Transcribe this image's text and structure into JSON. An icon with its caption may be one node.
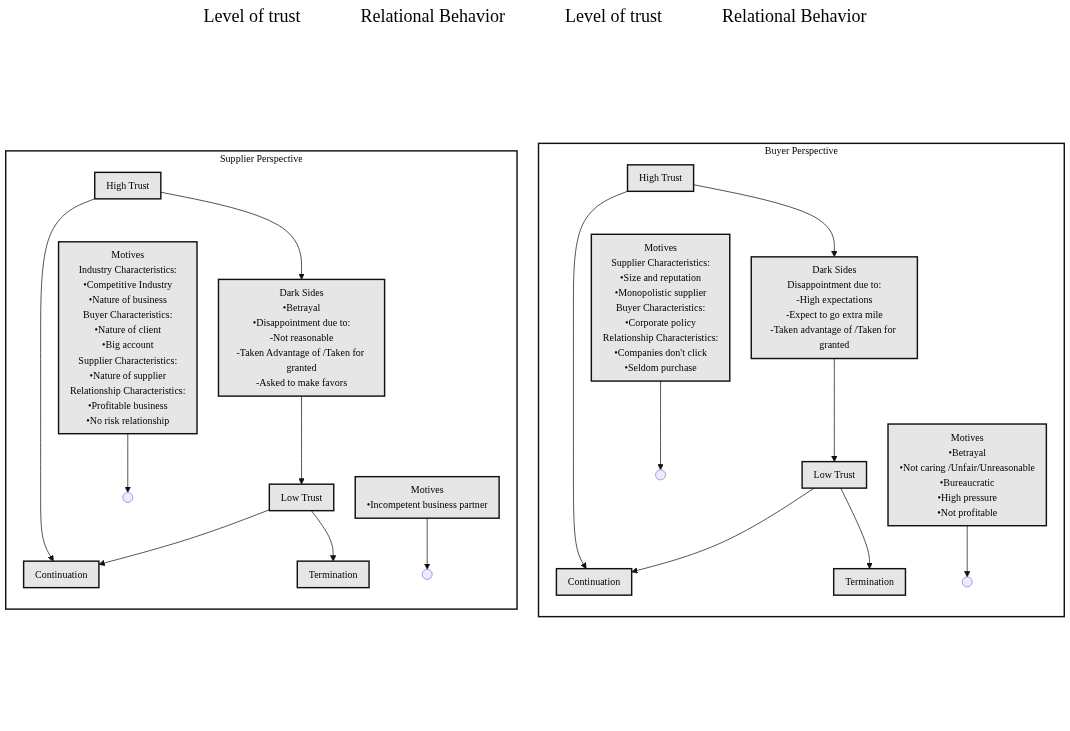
{
  "diagram": {
    "nodes": [
      {
        "text": [
          "Supplier Perspective"
        ]
      },
      {
        "text": [
          "High Trust"
        ],
        "in": 0
      },
      {
        "text": [
          "Continuation"
        ],
        "in": 0
      },
      {
        "text": [
          "Dark Sides",
          "•Betrayal",
          "•Disappointment due to:",
          "-Not reasonable",
          "-Taken Advantage of /Taken for granted",
          "-Asked to make favors"
        ],
        "in": 0
      },
      {
        "text": [
          "Motives",
          "Industry Characteristics:",
          "•Competitive Industry",
          "•Nature of business",
          "Buyer Characteristics:",
          "•Nature of client",
          "•Big account",
          "Supplier Characteristics:",
          "•Nature of supplier",
          "Relationship Characteristics:",
          "•Profitable business",
          "•No risk relationship"
        ],
        "in": 0
      },
      {
        "text": [
          "Low Trust"
        ],
        "in": 0
      },
      {
        "text": [
          "Motives",
          "•Incompetent business partner"
        ],
        "in": 0
      },
      {
        "text": [
          "Termination"
        ],
        "in": 0
      },
      {
        "text": [
          "Buyer Perspective"
        ]
      },
      {
        "text": [
          "High Trust"
        ],
        "in": 8
      },
      {
        "text": [
          "Continuation"
        ],
        "in": 8
      },
      {
        "text": [
          "Dark Sides",
          "Disappointment due to:",
          "-High expectations",
          "-Expect to go extra mile",
          "-Taken advantage of /Taken for granted"
        ],
        "in": 8
      },
      {
        "text": [
          "Motives",
          "Supplier Characteristics:",
          "•Size and reputation",
          "•Monopolistic supplier",
          "Buyer Characteristics:",
          "•Corporate policy",
          "Relationship Characteristics:",
          "•Companies don't click",
          "•Seldom purchase"
        ],
        "in": 8
      },
      {
        "text": [
          "Low Trust"
        ],
        "in": 8
      },
      {
        "text": [
          "Motives",
          "•Betrayal",
          "•Not caring /Unfair/Unreasonable",
          "•Bureaucratic",
          "•High pressure",
          "•Not profitable"
        ],
        "in": 8
      },
      {
        "text": [
          "Termination"
        ],
        "in": 8
      }
    ],
    "edges": [
      {
        "from": 1,
        "to": 2,
        "arrow": "to"
      },
      {
        "from": 1,
        "to": 3,
        "arrow": "to"
      },
      {
        "from": 3,
        "to": 5,
        "arrow": "to"
      },
      {
        "from": 5,
        "to": 2,
        "arrow": "to"
      },
      {
        "from": 4,
        "to": null,
        "arrow": "to"
      },
      {
        "from": 5,
        "to": 7,
        "arrow": "to"
      },
      {
        "from": 6,
        "to": null,
        "arrow": "to"
      },
      {
        "from": 9,
        "to": 10,
        "arrow": "to"
      },
      {
        "from": 9,
        "to": 11,
        "arrow": "to"
      },
      {
        "from": 11,
        "to": 13,
        "arrow": "to"
      },
      {
        "from": 13,
        "to": 10,
        "arrow": "to"
      },
      {
        "from": 12,
        "to": null,
        "arrow": "to"
      },
      {
        "from": 13,
        "to": 15,
        "arrow": "to"
      },
      {
        "from": 14,
        "to": null,
        "arrow": "to"
      }
    ],
    "labels": [
      "Level of trust",
      "Relational Behavior",
      "Level of trust",
      "Relational Behavior"
    ]
  }
}
